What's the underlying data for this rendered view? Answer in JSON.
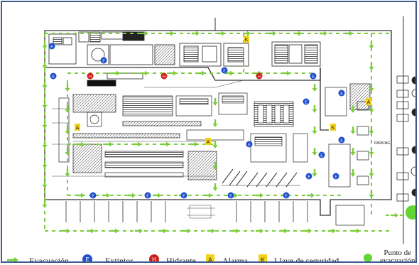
{
  "legend": {
    "evacuation": {
      "label": "Evacuación",
      "color": "#7ccd3c"
    },
    "extinguisher": {
      "label": "Extintor",
      "marker": "E",
      "color": "#1f4fcf"
    },
    "hydrant": {
      "label": "Hidrante",
      "marker": "H",
      "color": "#c8201c"
    },
    "alarm": {
      "label": "Alarma",
      "marker": "A",
      "color": "#f2d21b"
    },
    "safety_key": {
      "label": "Llave de seguridad",
      "marker": "K",
      "color": "#f2d21b"
    },
    "evacuation_point": {
      "label_line1": "Punto de",
      "label_line2": "evacuación",
      "color": "#62d634"
    }
  },
  "plan": {
    "area_labels": {
      "parking": "PARKING"
    }
  }
}
